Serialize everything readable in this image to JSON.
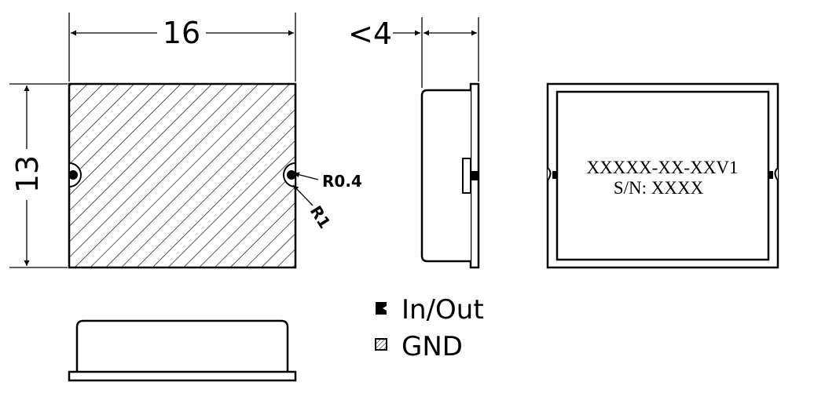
{
  "dimensions": {
    "width": "16",
    "height": "13",
    "thickness": "<4",
    "radius_small": "R0.4",
    "radius_large": "R1"
  },
  "marking": {
    "line1": "XXXXX-XX-XXV1",
    "line2": "S/N: XXXX"
  },
  "legend": [
    {
      "label": "In/Out",
      "symbol": "solid-square-icon"
    },
    {
      "label": "GND",
      "symbol": "hatched-square-icon"
    }
  ]
}
